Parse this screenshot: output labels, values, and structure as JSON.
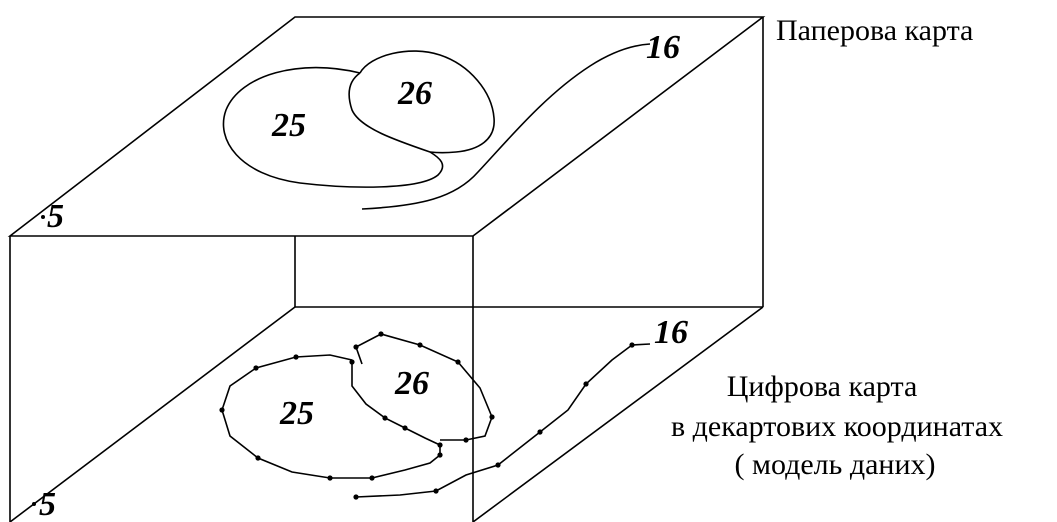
{
  "top_label": "Паперова карта",
  "bottom_label": {
    "line1": "Цифрова карта",
    "line2": "в декартових координатах",
    "line3": "( модель даних)"
  },
  "paper_map": {
    "region_left": "25",
    "region_right": "26",
    "line_value": "16",
    "point_value": "5"
  },
  "digital_map": {
    "region_left": "25",
    "region_right": "26",
    "line_value": "16",
    "point_value": "5"
  }
}
